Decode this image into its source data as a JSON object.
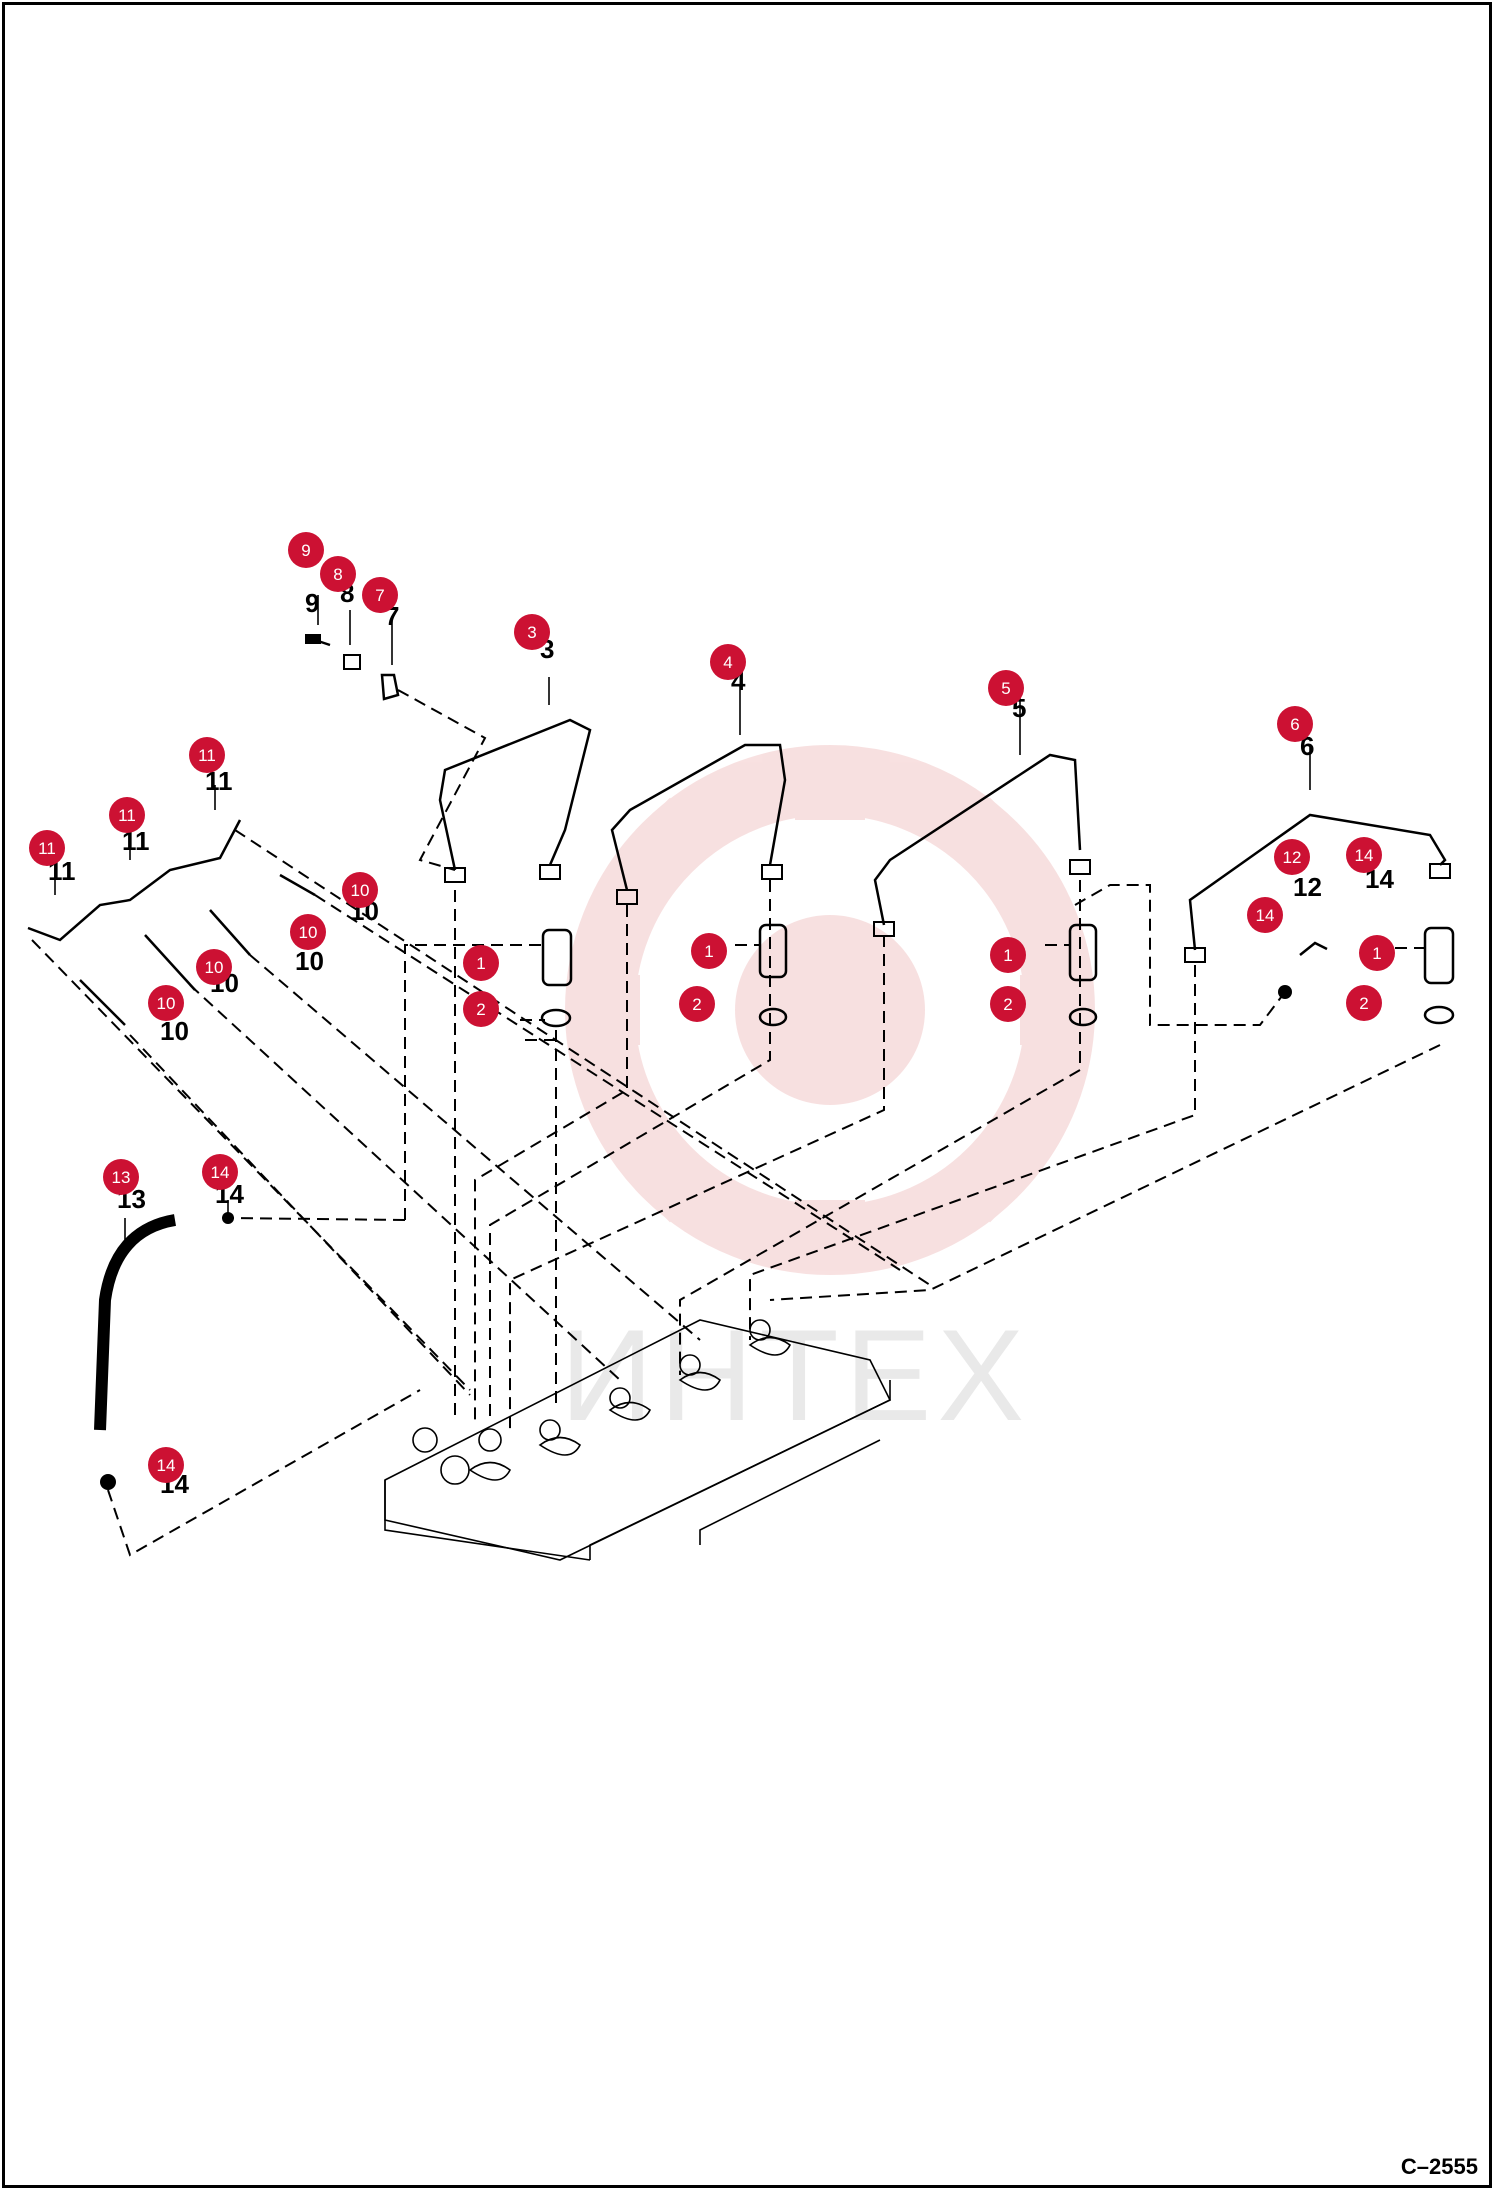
{
  "reference_code": "C–2555",
  "watermark": {
    "text": "ИНТЕХ",
    "color": "#f2c8c8"
  },
  "colors": {
    "badge": "#cc1133",
    "line": "#000000",
    "watermark": "#f2c8c8"
  },
  "callouts": [
    {
      "id": "c9",
      "number": "9"
    },
    {
      "id": "c8",
      "number": "8"
    },
    {
      "id": "c7",
      "number": "7"
    },
    {
      "id": "c3",
      "number": "3"
    },
    {
      "id": "c4",
      "number": "4"
    },
    {
      "id": "c5",
      "number": "5"
    },
    {
      "id": "c6",
      "number": "6"
    },
    {
      "id": "c11a",
      "number": "11"
    },
    {
      "id": "c11b",
      "number": "11"
    },
    {
      "id": "c11c",
      "number": "11"
    },
    {
      "id": "c10a",
      "number": "10"
    },
    {
      "id": "c10b",
      "number": "10"
    },
    {
      "id": "c10c",
      "number": "10"
    },
    {
      "id": "c10d",
      "number": "10"
    },
    {
      "id": "c1a",
      "number": "1"
    },
    {
      "id": "c2a",
      "number": "2"
    },
    {
      "id": "c1b",
      "number": "1"
    },
    {
      "id": "c2b",
      "number": "2"
    },
    {
      "id": "c1c",
      "number": "1"
    },
    {
      "id": "c2c",
      "number": "2"
    },
    {
      "id": "c1d",
      "number": "1"
    },
    {
      "id": "c2d",
      "number": "2"
    },
    {
      "id": "c12",
      "number": "12"
    },
    {
      "id": "c14a",
      "number": "14"
    },
    {
      "id": "c14b",
      "number": "14"
    },
    {
      "id": "c13",
      "number": "13"
    },
    {
      "id": "c14c",
      "number": "14"
    },
    {
      "id": "c14d",
      "number": "14"
    }
  ]
}
